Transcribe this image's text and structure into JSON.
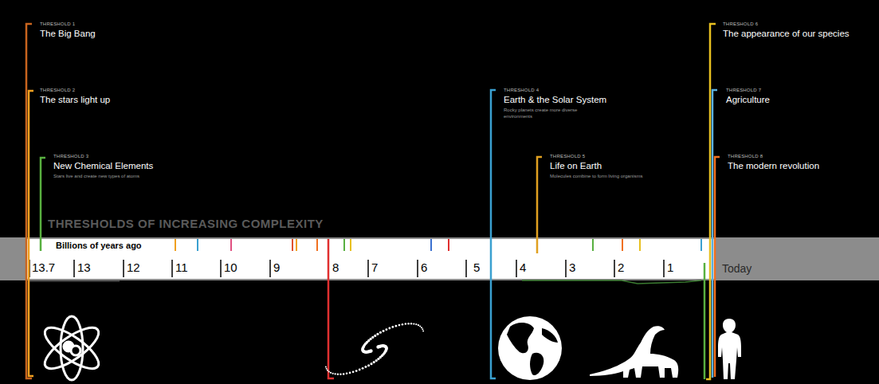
{
  "diagram": {
    "title": "THRESHOLDS OF INCREASING COMPLEXITY",
    "nodes": [
      {
        "text": [
          "THRESHOLD 1",
          "The Big Bang"
        ]
      },
      {
        "text": [
          "THRESHOLD 2",
          "The stars light up"
        ]
      },
      {
        "text": [
          "THRESHOLD 3",
          "New Chemical Elements",
          "Stars live and create new types of atoms"
        ]
      },
      {
        "text": [
          "THRESHOLD 4",
          "Earth & the Solar System",
          "Rocky planets create more diverse environments"
        ]
      },
      {
        "text": [
          "THRESHOLD 5",
          "Life on Earth",
          "Molecules combine to form living organisms"
        ]
      },
      {
        "text": [
          "THRESHOLD 6",
          "The appearance of our species"
        ]
      },
      {
        "text": [
          "THRESHOLD 7",
          "Agriculture"
        ]
      },
      {
        "text": [
          "THRESHOLD 8",
          "The modern revolution"
        ]
      }
    ],
    "labels": [
      "Billions of years ago",
      "13.7",
      "13",
      "12",
      "11",
      "10",
      "9",
      "8",
      "7",
      "6",
      "5",
      "4",
      "3",
      "2",
      "1",
      "Today"
    ]
  }
}
